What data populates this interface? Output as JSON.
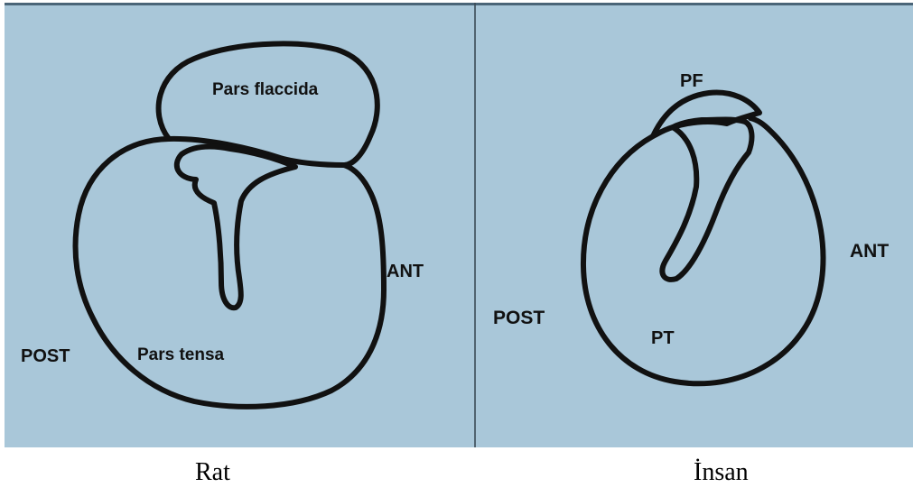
{
  "rat_panel": {
    "labels": {
      "pars_flaccida": "Pars flaccida",
      "ant": "ANT",
      "post": "POST",
      "pars_tensa": "Pars tensa"
    }
  },
  "human_panel": {
    "labels": {
      "pf": "PF",
      "ant": "ANT",
      "post": "POST",
      "pt": "PT"
    }
  },
  "captions": {
    "left": "Rat",
    "right": "İnsan"
  },
  "colors": {
    "background": "#a9c7d9",
    "outline": "#111111",
    "divider": "#3b4a55",
    "frame_edge": "#4a6578"
  }
}
